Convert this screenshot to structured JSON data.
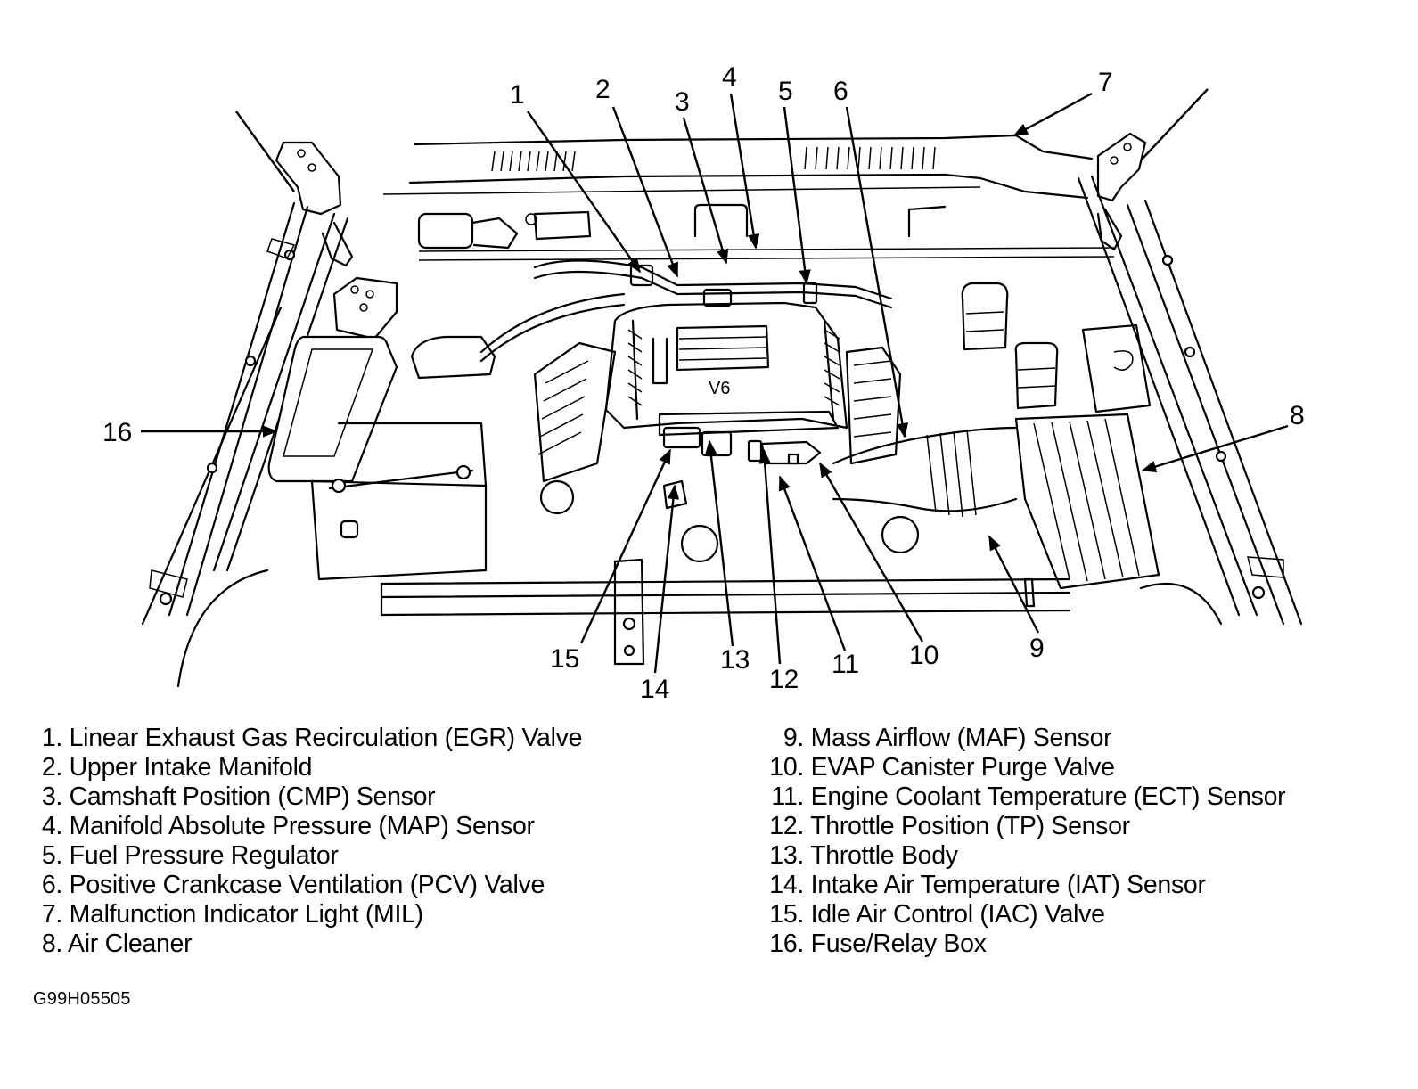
{
  "diagram": {
    "title": "Engine compartment component locator",
    "engine_badge": "V6",
    "callouts": [
      {
        "number": "1"
      },
      {
        "number": "2"
      },
      {
        "number": "3"
      },
      {
        "number": "4"
      },
      {
        "number": "5"
      },
      {
        "number": "6"
      },
      {
        "number": "7"
      },
      {
        "number": "8"
      },
      {
        "number": "9"
      },
      {
        "number": "10"
      },
      {
        "number": "11"
      },
      {
        "number": "12"
      },
      {
        "number": "13"
      },
      {
        "number": "14"
      },
      {
        "number": "15"
      },
      {
        "number": "16"
      }
    ]
  },
  "legend": {
    "left": [
      {
        "num": "1.",
        "label": "Linear Exhaust Gas Recirculation (EGR) Valve"
      },
      {
        "num": "2.",
        "label": "Upper Intake Manifold"
      },
      {
        "num": "3.",
        "label": "Camshaft Position (CMP) Sensor"
      },
      {
        "num": "4.",
        "label": "Manifold Absolute Pressure (MAP) Sensor"
      },
      {
        "num": "5.",
        "label": "Fuel Pressure Regulator"
      },
      {
        "num": "6.",
        "label": "Positive Crankcase Ventilation (PCV) Valve"
      },
      {
        "num": "7.",
        "label": "Malfunction Indicator Light (MIL)"
      },
      {
        "num": "8.",
        "label": "Air Cleaner"
      }
    ],
    "right": [
      {
        "num": "9.",
        "label": "Mass Airflow (MAF) Sensor"
      },
      {
        "num": "10.",
        "label": "EVAP Canister Purge Valve"
      },
      {
        "num": "11.",
        "label": "Engine Coolant Temperature (ECT) Sensor"
      },
      {
        "num": "12.",
        "label": "Throttle Position (TP) Sensor"
      },
      {
        "num": "13.",
        "label": "Throttle Body"
      },
      {
        "num": "14.",
        "label": "Intake Air Temperature (IAT) Sensor"
      },
      {
        "num": "15.",
        "label": "Idle Air Control (IAC) Valve"
      },
      {
        "num": "16.",
        "label": "Fuse/Relay Box"
      }
    ]
  },
  "figure_id": "G99H05505"
}
